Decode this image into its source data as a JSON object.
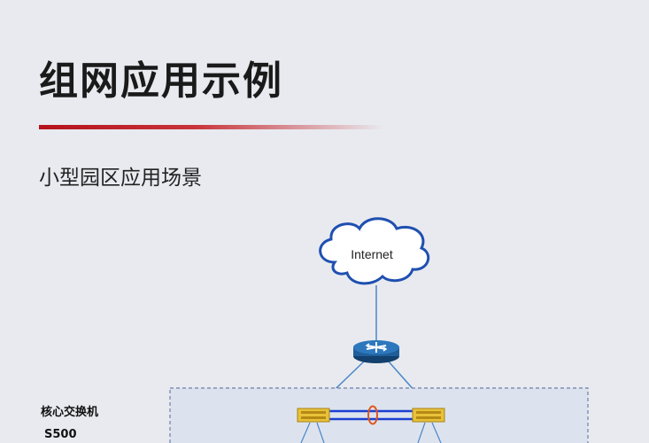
{
  "page": {
    "title": "组网应用示例",
    "subtitle": "小型园区应用场景"
  },
  "diagram": {
    "cloud_label": "Internet",
    "core_label": "核心交换机",
    "core_model": "S500"
  },
  "colors": {
    "accent": "#b5121b",
    "cloud_stroke": "#1f4fb0",
    "router": "#1f5e9a",
    "switch": "#e8c13a",
    "lag_line": "#1b3fd0",
    "lag_ring": "#e0561c",
    "zone_border": "#6d7fa8"
  }
}
